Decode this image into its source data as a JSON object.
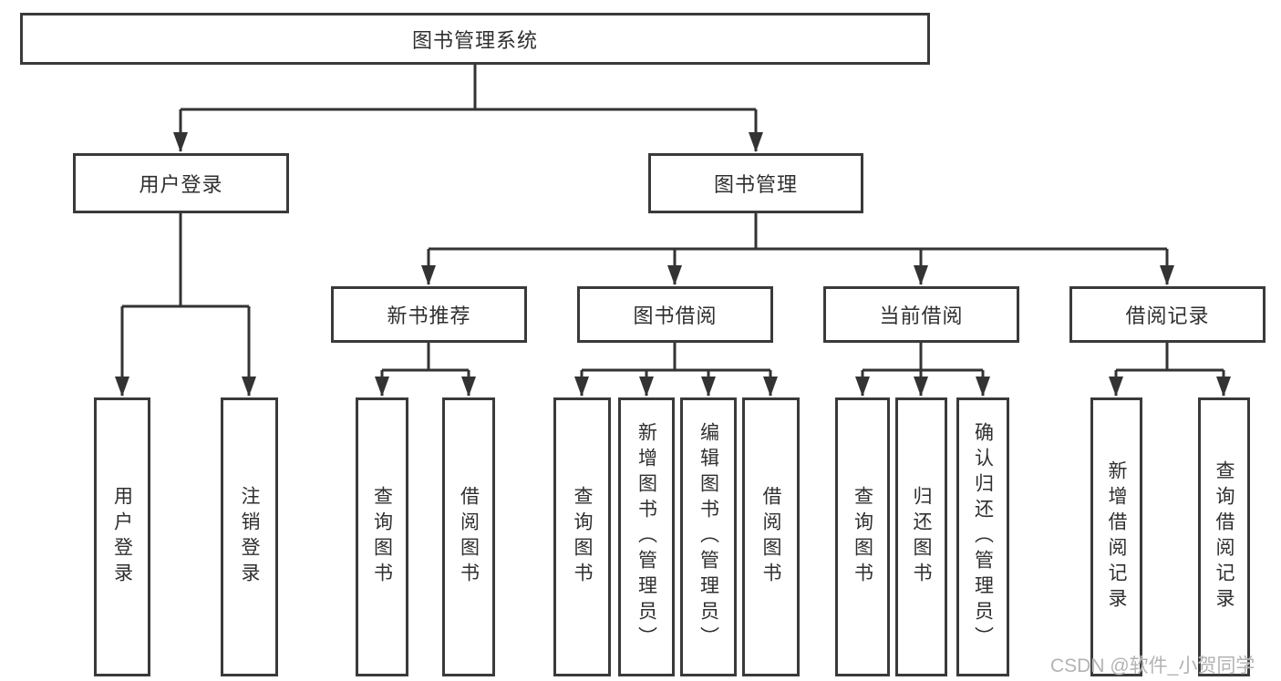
{
  "diagram_title": "图书管理系统",
  "tree": {
    "label": "图书管理系统",
    "children": [
      {
        "label": "用户登录",
        "children": [
          {
            "label": "用户登录"
          },
          {
            "label": "注销登录"
          }
        ]
      },
      {
        "label": "图书管理",
        "children": [
          {
            "label": "新书推荐",
            "children": [
              {
                "label": "查询图书"
              },
              {
                "label": "借阅图书"
              }
            ]
          },
          {
            "label": "图书借阅",
            "children": [
              {
                "label": "查询图书"
              },
              {
                "label": "新增图书（管理员）"
              },
              {
                "label": "编辑图书（管理员）"
              },
              {
                "label": "借阅图书"
              }
            ]
          },
          {
            "label": "当前借阅",
            "children": [
              {
                "label": "查询图书"
              },
              {
                "label": "归还图书"
              },
              {
                "label": "确认归还（管理员）"
              }
            ]
          },
          {
            "label": "借阅记录",
            "children": [
              {
                "label": "新增借阅记录"
              },
              {
                "label": "查询借阅记录"
              }
            ]
          }
        ]
      }
    ]
  },
  "watermark": "CSDN @软件_小贺同学",
  "colors": {
    "line": "#333333",
    "box_border": "#3a3a3a",
    "text": "#2f2f2f",
    "watermark": "#b3b3b3",
    "background": "#ffffff"
  }
}
